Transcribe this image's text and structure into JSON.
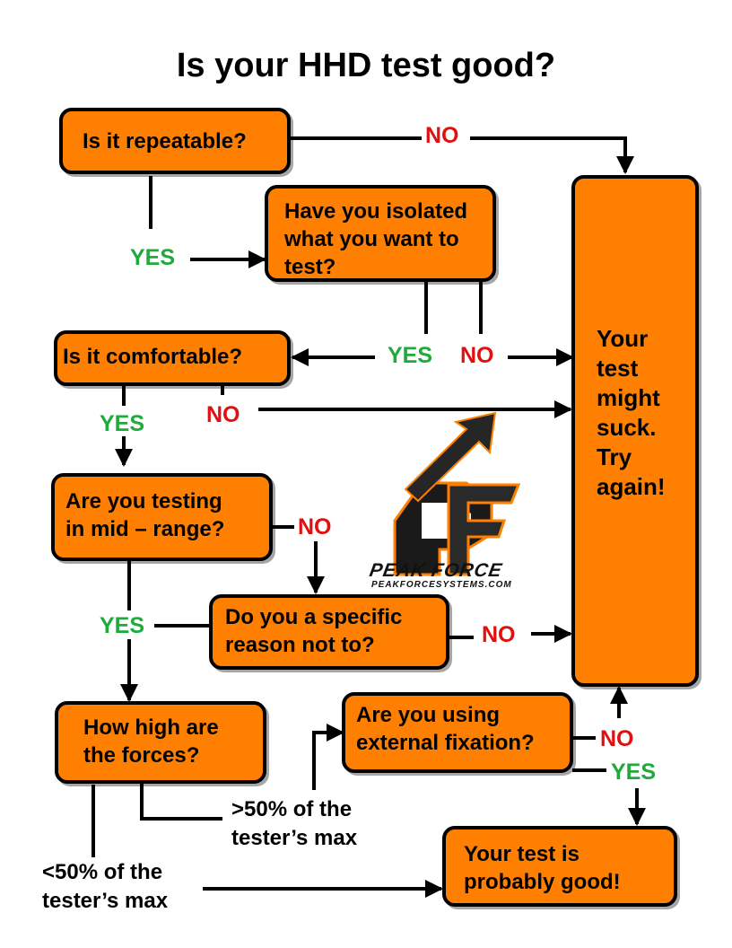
{
  "title": "Is your HHD test good?",
  "boxes": {
    "repeatable": "Is it repeatable?",
    "isolated": "Have you isolated\nwhat you want to\ntest?",
    "comfortable": "Is it comfortable?",
    "midrange": "Are you testing\nin mid – range?",
    "specific_reason": "Do you a specific\nreason not to?",
    "forces": "How high are\nthe forces?",
    "fixation": "Are you using\nexternal fixation?",
    "suck": "Your\ntest\nmight\nsuck.\nTry\nagain!",
    "good": "Your test is\nprobably good!"
  },
  "labels": {
    "no_repeatable": "NO",
    "yes_repeatable": "YES",
    "yes_isolated": "YES",
    "no_isolated": "NO",
    "yes_comfortable": "YES",
    "no_comfortable": "NO",
    "no_midrange": "NO",
    "yes_midrange": "YES",
    "no_specific": "NO",
    "no_fixation": "NO",
    "yes_fixation": "YES",
    "over50": ">50% of the\ntester’s max",
    "under50": "<50% of the\ntester’s max"
  },
  "logo": {
    "name": "PEAK FORCE",
    "url": "PEAKFORCESYSTEMS.COM"
  },
  "colors": {
    "box_fill": "#ff8000",
    "yes": "#1faa3c",
    "no": "#e01010"
  }
}
